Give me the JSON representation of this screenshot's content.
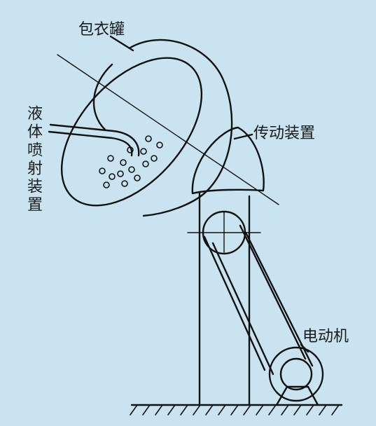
{
  "labels": {
    "coating_pan": "包衣罐",
    "liquid_spray": "液体喷射装置",
    "transmission": "传动装置",
    "motor": "电动机"
  }
}
